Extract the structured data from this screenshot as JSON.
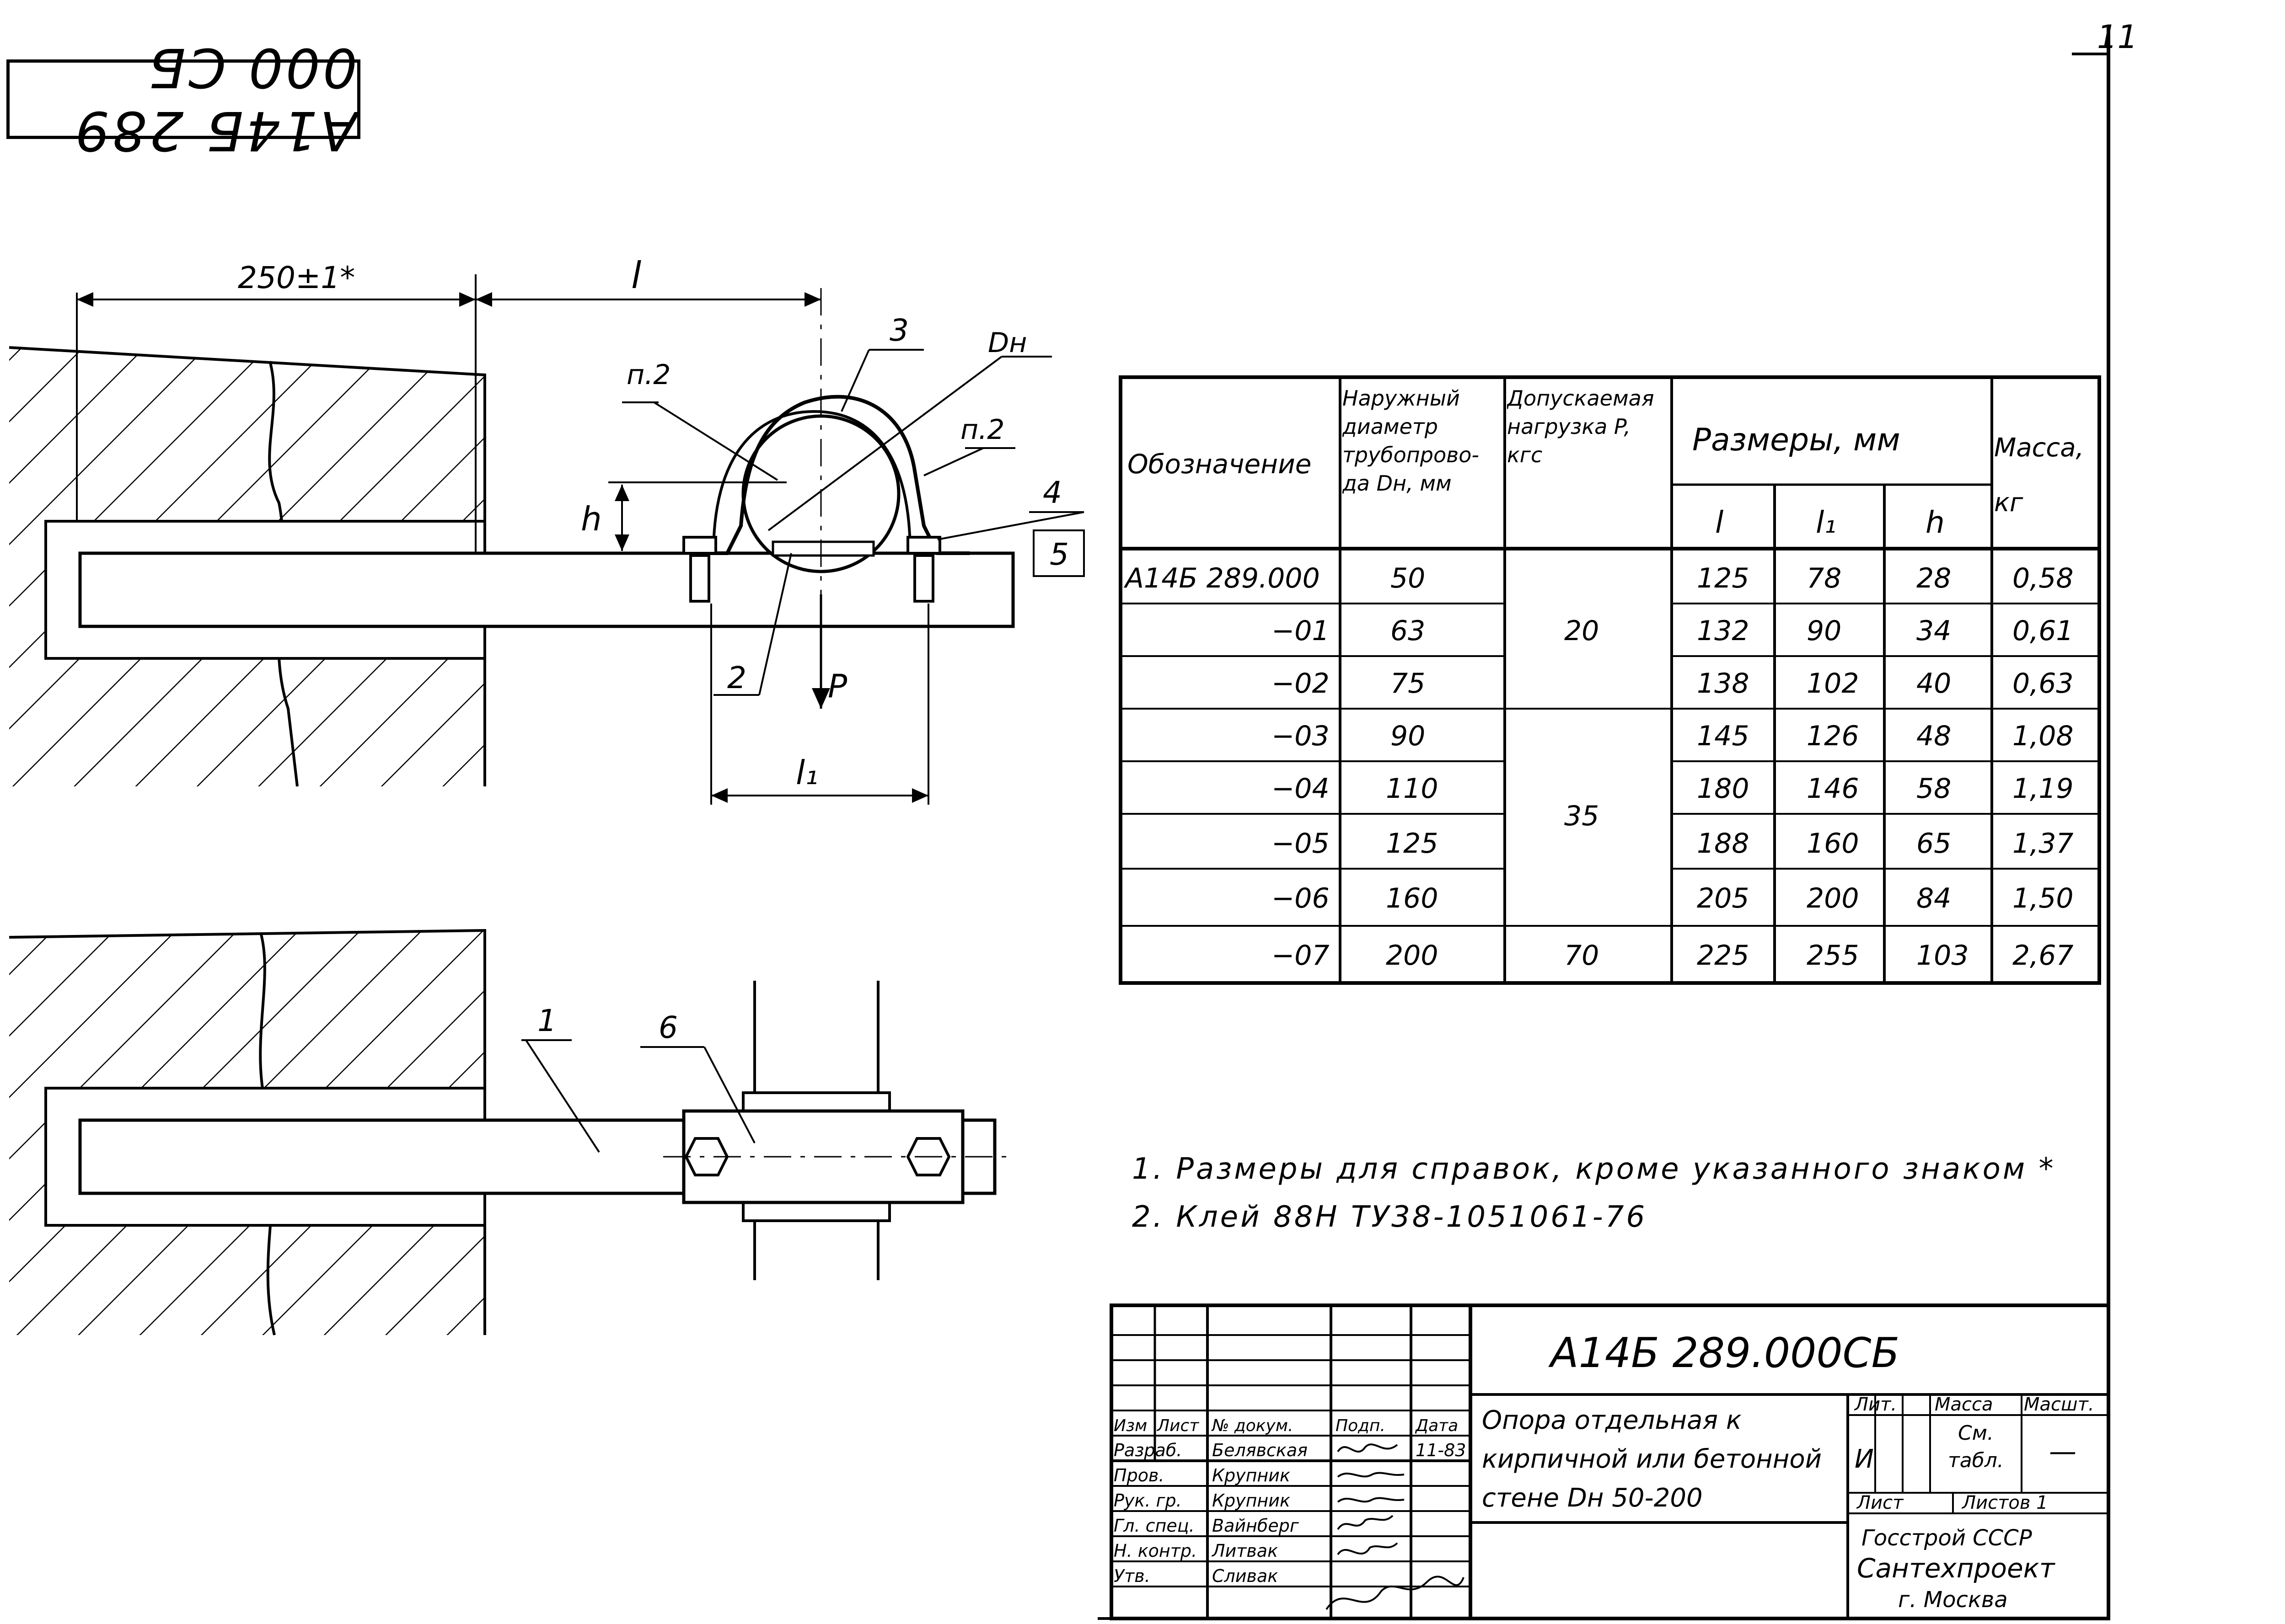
{
  "corner_code": "А14Б 289 000 СБ",
  "sheet_number": "11",
  "drawing": {
    "dim_overall": "250±1*",
    "dim_l": "l",
    "dim_l1": "l₁",
    "dim_h": "h",
    "dim_dn": "Dн",
    "weld_left": "п.2",
    "weld_right": "п.2",
    "load_label": "P",
    "callouts": [
      "1",
      "2",
      "3",
      "4",
      "5",
      "6"
    ]
  },
  "table": {
    "headers": {
      "designation": "Обозначение",
      "diameter": "Наружный диаметр трубопрово- да Dн, мм",
      "load": "Допускаемая нагрузка P, кгс",
      "dims": "Размеры, мм",
      "l": "l",
      "l1": "l₁",
      "h": "h",
      "mass": "Масса, кг"
    },
    "rows": [
      {
        "designation": "А14Б 289.000",
        "dn": "50",
        "l": "125",
        "l1": "78",
        "h": "28",
        "mass": "0,58"
      },
      {
        "designation": "−01",
        "dn": "63",
        "l": "132",
        "l1": "90",
        "h": "34",
        "mass": "0,61"
      },
      {
        "designation": "−02",
        "dn": "75",
        "l": "138",
        "l1": "102",
        "h": "40",
        "mass": "0,63"
      },
      {
        "designation": "−03",
        "dn": "90",
        "l": "145",
        "l1": "126",
        "h": "48",
        "mass": "1,08"
      },
      {
        "designation": "−04",
        "dn": "110",
        "l": "180",
        "l1": "146",
        "h": "58",
        "mass": "1,19"
      },
      {
        "designation": "−05",
        "dn": "125",
        "l": "188",
        "l1": "160",
        "h": "65",
        "mass": "1,37"
      },
      {
        "designation": "−06",
        "dn": "160",
        "l": "205",
        "l1": "200",
        "h": "84",
        "mass": "1,50"
      },
      {
        "designation": "−07",
        "dn": "200",
        "l": "225",
        "l1": "255",
        "h": "103",
        "mass": "2,67"
      }
    ],
    "load_groups": [
      "20",
      "35",
      "70"
    ]
  },
  "notes": [
    "1. Размеры для справок, кроме указанного знаком *",
    "2. Клей 88Н ТУ38-1051061-76"
  ],
  "title_block": {
    "code": "А14Б 289.000СБ",
    "title_lines": [
      "Опора отдельная к",
      "кирпичной или бетонной",
      "стене Dн 50-200"
    ],
    "col_headers": [
      "Изм",
      "Лист",
      "№ докум.",
      "Подп.",
      "Дата"
    ],
    "people": [
      {
        "role": "Разраб.",
        "name": "Белявская"
      },
      {
        "role": "Пров.",
        "name": "Крупник"
      },
      {
        "role": "Рук. гр.",
        "name": "Крупник"
      },
      {
        "role": "Гл. спец.",
        "name": "Вайнберг"
      },
      {
        "role": "Н. контр.",
        "name": "Литвак"
      },
      {
        "role": "Утв.",
        "name": "Сливак"
      }
    ],
    "date": "11-83",
    "lit_label": "Лит.",
    "mass_label": "Масса",
    "scale_label": "Масшт.",
    "lit_value": "И",
    "mass_value": "См. табл.",
    "scale_value": "—",
    "sheet_label": "Лист",
    "sheets_label": "Листов 1",
    "org_lines": [
      "Госстрой СССР",
      "Сантехпроект",
      "г. Москва"
    ]
  }
}
